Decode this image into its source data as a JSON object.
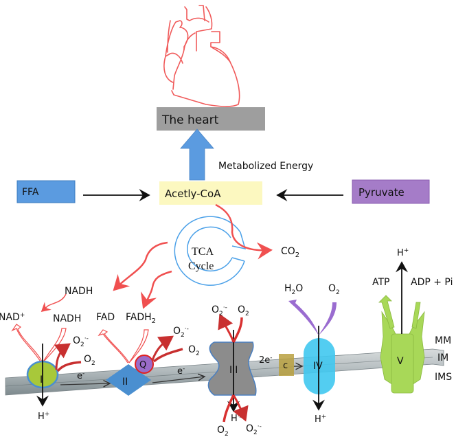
{
  "heart": {
    "label": "The heart"
  },
  "energy": {
    "label": "Metabolized Energy"
  },
  "inputs": {
    "ffa": "FFA",
    "acetyl": "Acetly-CoA",
    "pyruvate": "Pyruvate"
  },
  "tca": {
    "line1": "TCA",
    "line2": "Cycle",
    "co2": "CO",
    "co2_sub": "2"
  },
  "cofactors": {
    "nadh_top": "NADH",
    "nad_plus": "NAD",
    "nad_plus_sup": "+",
    "nadh": "NADH",
    "fad": "FAD",
    "fadh2": "FADH",
    "fadh2_sub": "2"
  },
  "ros": {
    "o2": "O",
    "sub": "2",
    "superoxide_sup": "·-"
  },
  "complexes": {
    "i": "I",
    "ii": "II",
    "q": "Q",
    "iii": "III",
    "c": "c",
    "iv": "IV",
    "v": "V"
  },
  "electrons": {
    "e1": "e",
    "e2": "e",
    "e_sup": "-",
    "two_e": "2e",
    "two_e_sup": "-"
  },
  "protons": {
    "h": "H",
    "h_sup": "+"
  },
  "complex_iv": {
    "h2o": "H",
    "h2o_sub": "2",
    "h2o_o": "O"
  },
  "atp": {
    "atp": "ATP",
    "adp": "ADP + Pi"
  },
  "membrane": {
    "mm": "MM",
    "im": "IM",
    "ims": "IMS"
  },
  "colors": {
    "heart_outline": "#f05a5a",
    "heart_box": "#9e9e9e",
    "blue_arrow": "#5b9be0",
    "ffa_box": "#5b9be0",
    "acetyl_box": "#fcf8c0",
    "pyruvate_box": "#a57cc8",
    "tca": "#4aa0e8",
    "red_arrow": "#f05050",
    "dark_red": "#c83030",
    "membrane": "#a9b1b4",
    "complex_i": "#a8c83a",
    "complex_ii": "#4a8fd0",
    "q": "#9a6cc8",
    "complex_iii": "#8c8c8c",
    "cyt_c": "#b8a040",
    "complex_iv": "#40c8f0",
    "purple_arrow": "#9a6cd0",
    "complex_v": "#a8d858"
  }
}
